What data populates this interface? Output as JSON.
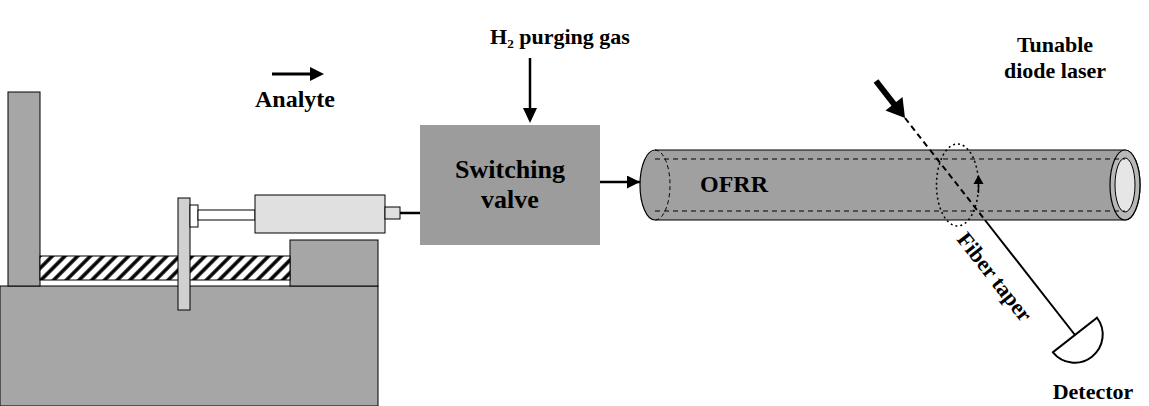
{
  "diagram": {
    "nodes": [
      {
        "text": [
          "Analyte"
        ]
      },
      {
        "text": [
          "Switching valve"
        ]
      },
      {
        "text": [
          "OFRR"
        ]
      },
      {
        "text": [
          "Detector"
        ]
      }
    ],
    "edges": [
      {
        "from": 0,
        "to": 1,
        "arrow": "none"
      },
      {
        "from": 1,
        "to": 2,
        "arrow": "to"
      },
      {
        "from": 2,
        "to": 3,
        "arrow": "none"
      }
    ],
    "labels": [
      "H₂ purging gas",
      "Tunable diode laser",
      "Fiber taper"
    ]
  }
}
